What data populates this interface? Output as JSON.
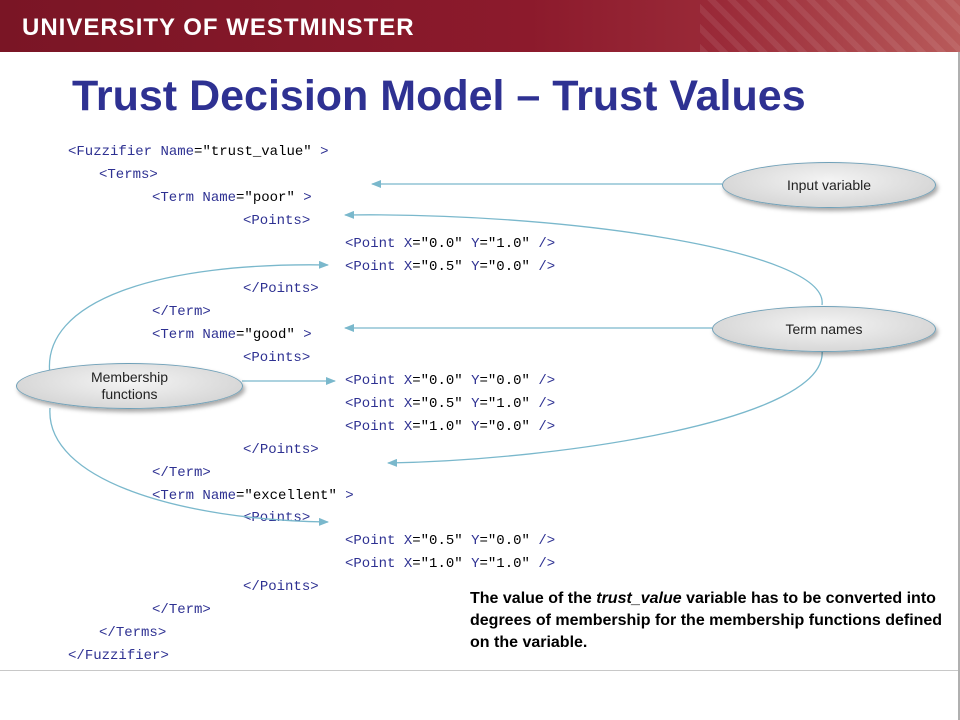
{
  "banner": {
    "title": "UNIVERSITY OF WESTMINSTER"
  },
  "slide": {
    "title": "Trust Decision Model – Trust Values"
  },
  "xml": [
    {
      "indent": 0,
      "tag": "Fuzzifier",
      "open": true,
      "attrs": [
        {
          "name": "Name",
          "value": "trust_value"
        }
      ],
      "self_close": false
    },
    {
      "indent": 1,
      "tag": "Terms",
      "open": true,
      "attrs": [],
      "self_close": false
    },
    {
      "indent": 2,
      "tag": "Term",
      "open": true,
      "attrs": [
        {
          "name": "Name",
          "value": "poor"
        }
      ],
      "self_close": false
    },
    {
      "indent": 3,
      "tag": "Points",
      "open": true,
      "attrs": [],
      "self_close": false
    },
    {
      "indent": 4,
      "tag": "Point",
      "open": true,
      "attrs": [
        {
          "name": "X",
          "value": "0.0"
        },
        {
          "name": "Y",
          "value": "1.0"
        }
      ],
      "self_close": true
    },
    {
      "indent": 4,
      "tag": "Point",
      "open": true,
      "attrs": [
        {
          "name": "X",
          "value": "0.5"
        },
        {
          "name": "Y",
          "value": "0.0"
        }
      ],
      "self_close": true
    },
    {
      "indent": 3,
      "tag": "Points",
      "open": false,
      "attrs": [],
      "self_close": false
    },
    {
      "indent": 2,
      "tag": "Term",
      "open": false,
      "attrs": [],
      "self_close": false
    },
    {
      "indent": 2,
      "tag": "Term",
      "open": true,
      "attrs": [
        {
          "name": "Name",
          "value": "good"
        }
      ],
      "self_close": false
    },
    {
      "indent": 3,
      "tag": "Points",
      "open": true,
      "attrs": [],
      "self_close": false
    },
    {
      "indent": 4,
      "tag": "Point",
      "open": true,
      "attrs": [
        {
          "name": "X",
          "value": "0.0"
        },
        {
          "name": "Y",
          "value": "0.0"
        }
      ],
      "self_close": true
    },
    {
      "indent": 4,
      "tag": "Point",
      "open": true,
      "attrs": [
        {
          "name": "X",
          "value": "0.5"
        },
        {
          "name": "Y",
          "value": "1.0"
        }
      ],
      "self_close": true
    },
    {
      "indent": 4,
      "tag": "Point",
      "open": true,
      "attrs": [
        {
          "name": "X",
          "value": "1.0"
        },
        {
          "name": "Y",
          "value": "0.0"
        }
      ],
      "self_close": true
    },
    {
      "indent": 3,
      "tag": "Points",
      "open": false,
      "attrs": [],
      "self_close": false
    },
    {
      "indent": 2,
      "tag": "Term",
      "open": false,
      "attrs": [],
      "self_close": false
    },
    {
      "indent": 2,
      "tag": "Term",
      "open": true,
      "attrs": [
        {
          "name": "Name",
          "value": "excellent"
        }
      ],
      "self_close": false
    },
    {
      "indent": 3,
      "tag": "Points",
      "open": true,
      "attrs": [],
      "self_close": false
    },
    {
      "indent": 4,
      "tag": "Point",
      "open": true,
      "attrs": [
        {
          "name": "X",
          "value": "0.5"
        },
        {
          "name": "Y",
          "value": "0.0"
        }
      ],
      "self_close": true
    },
    {
      "indent": 4,
      "tag": "Point",
      "open": true,
      "attrs": [
        {
          "name": "X",
          "value": "1.0"
        },
        {
          "name": "Y",
          "value": "1.0"
        }
      ],
      "self_close": true
    },
    {
      "indent": 3,
      "tag": "Points",
      "open": false,
      "attrs": [],
      "self_close": false
    },
    {
      "indent": 2,
      "tag": "Term",
      "open": false,
      "attrs": [],
      "self_close": false
    },
    {
      "indent": 1,
      "tag": "Terms",
      "open": false,
      "attrs": [],
      "self_close": false
    },
    {
      "indent": 0,
      "tag": "Fuzzifier",
      "open": false,
      "attrs": [],
      "self_close": false
    }
  ],
  "callouts": {
    "input_variable": "Input variable",
    "term_names": "Term names",
    "membership_functions": "Membership\nfunctions"
  },
  "note": {
    "before": "The value of the ",
    "emphasis": "trust_value",
    "after": " variable has to be converted into degrees of membership for the membership functions defined on the variable."
  },
  "colors": {
    "banner": "#8c1a2c",
    "title": "#2e3192",
    "xml_tag": "#2e3192",
    "arrow": "#7ab8cc"
  }
}
